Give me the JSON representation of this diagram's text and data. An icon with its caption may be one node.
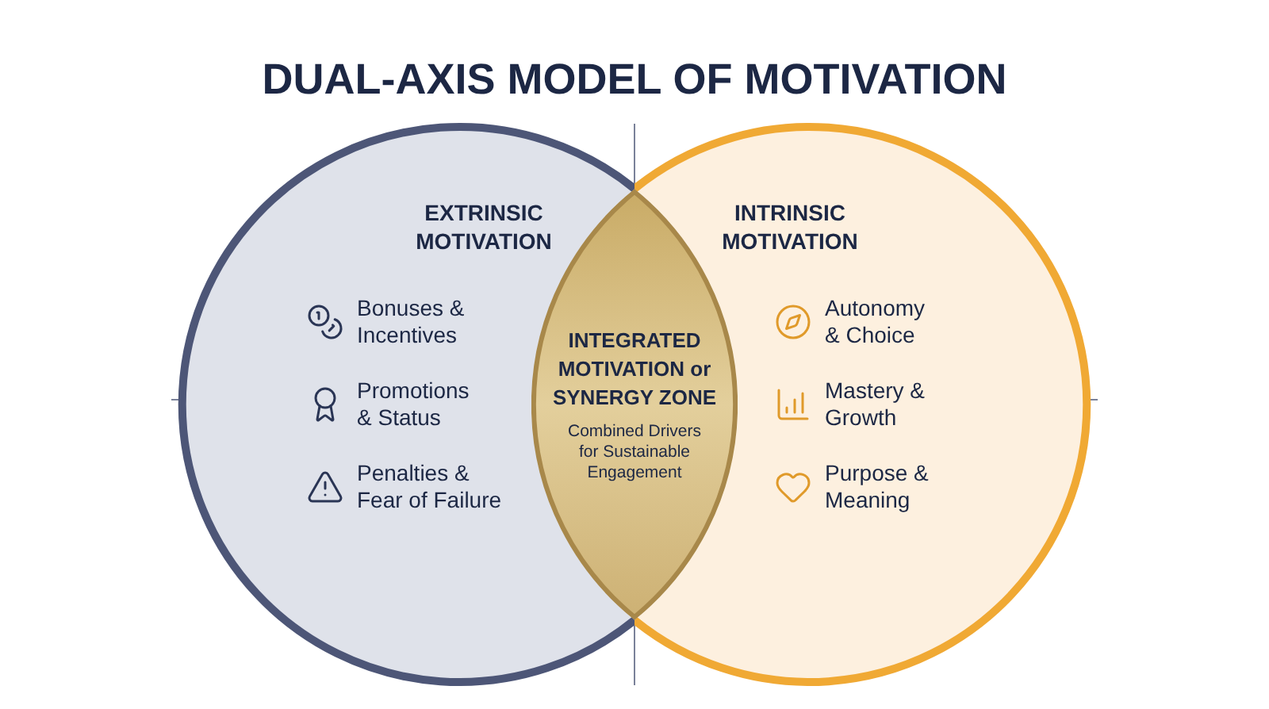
{
  "diagram": {
    "title": "DUAL-AXIS MODEL OF MOTIVATION",
    "nodes": [
      {
        "text": [
          "EXTRINSIC MOTIVATION"
        ]
      },
      {
        "text": [
          "INTRINSIC MOTIVATION"
        ]
      },
      {
        "text": [
          "INTEGRATED MOTIVATION or SYNERGY ZONE",
          "Combined Drivers for Sustainable Engagement"
        ]
      }
    ],
    "labels": [
      "Bonuses & Incentives",
      "Promotions & Status",
      "Penalties & Fear of Failure",
      "Autonomy & Choice",
      "Mastery & Growth",
      "Purpose & Meaning"
    ]
  }
}
